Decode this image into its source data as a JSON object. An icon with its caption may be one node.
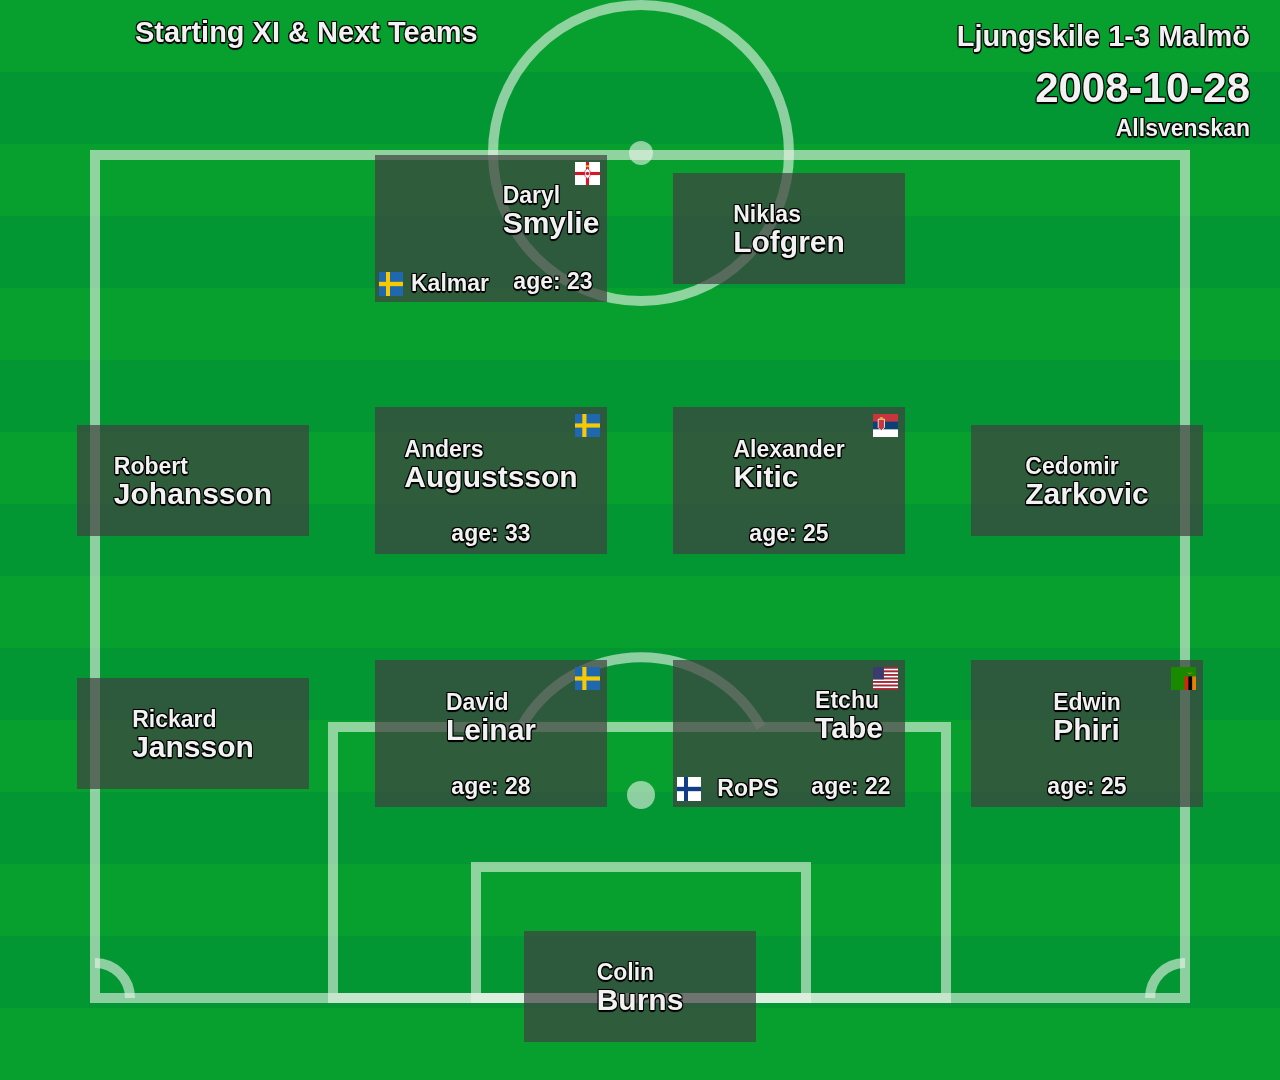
{
  "diagram": {
    "title": "Starting XI & Next Teams",
    "nodes": [
      {
        "text": [
          "Daryl",
          "Smylie",
          "Kalmar",
          "age: 23"
        ]
      },
      {
        "text": [
          "Niklas",
          "Lofgren"
        ]
      },
      {
        "text": [
          "Robert",
          "Johansson"
        ]
      },
      {
        "text": [
          "Anders",
          "Augustsson",
          "age: 33"
        ]
      },
      {
        "text": [
          "Alexander",
          "Kitic",
          "age: 25"
        ]
      },
      {
        "text": [
          "Cedomir",
          "Zarkovic"
        ]
      },
      {
        "text": [
          "Rickard",
          "Jansson"
        ]
      },
      {
        "text": [
          "David",
          "Leinar",
          "age: 28"
        ]
      },
      {
        "text": [
          "Etchu",
          "Tabe",
          "RoPS",
          "age: 22"
        ]
      },
      {
        "text": [
          "Edwin",
          "Phiri",
          "age: 25"
        ]
      },
      {
        "text": [
          "Colin",
          "Burns"
        ]
      }
    ],
    "edges": [],
    "labels": [
      "Ljungskile 1-3 Malmö",
      "2008-10-28",
      "Allsvenskan"
    ]
  }
}
